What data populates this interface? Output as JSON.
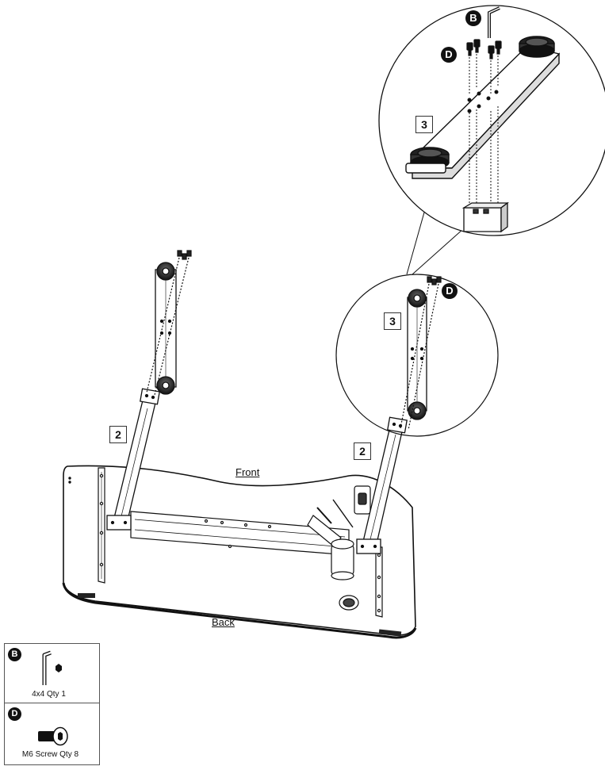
{
  "steps": {
    "step_2": "2",
    "step_3": "3"
  },
  "hardware_labels": {
    "allen_key": "B",
    "screw": "D"
  },
  "orientation": {
    "front": "Front",
    "back": "Back"
  },
  "parts": [
    {
      "letter": "B",
      "caption": "4x4 Qty 1",
      "icon": "hex-key-icon"
    },
    {
      "letter": "D",
      "caption": "M6 Screw Qty 8",
      "icon": "m6-screw-icon"
    }
  ]
}
